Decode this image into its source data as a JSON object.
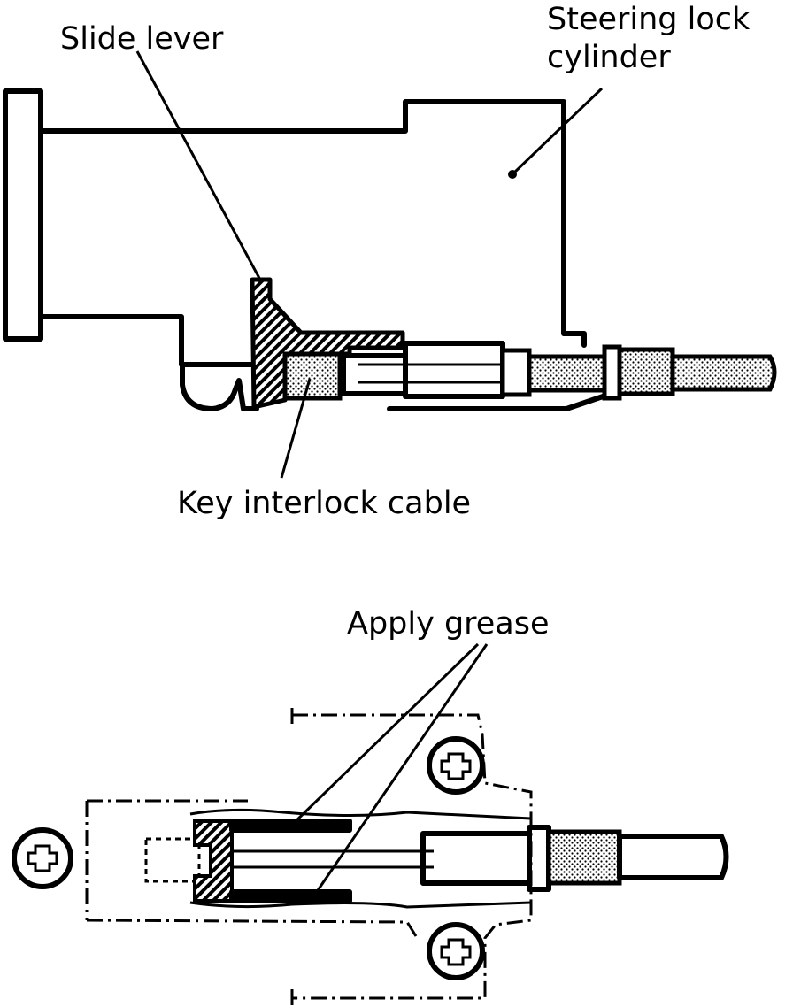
{
  "labels": {
    "slide_lever": "Slide lever",
    "steering_lock_line1": "Steering lock",
    "steering_lock_line2": "cylinder",
    "key_interlock_cable": "Key interlock cable",
    "apply_grease": "Apply grease"
  },
  "colors": {
    "ink": "#000000",
    "paper": "#ffffff"
  }
}
